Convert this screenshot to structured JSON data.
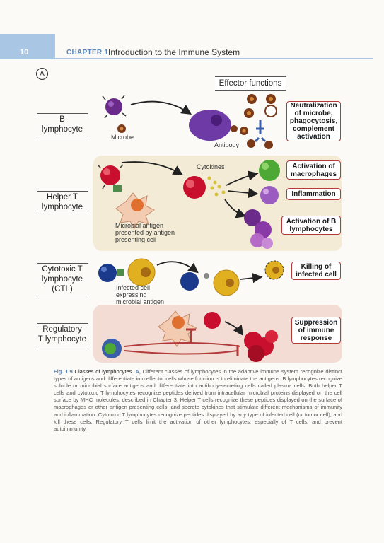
{
  "header": {
    "page_number": "10",
    "chapter": "CHAPTER 1",
    "chapter_title": "Introduction to the Immune System"
  },
  "panel": "A",
  "effector_title": "Effector functions",
  "rows": {
    "b": {
      "label_l1": "B",
      "label_l2": "lymphocyte",
      "microbe": "Microbe",
      "antibody": "Antibody",
      "effect": "Neutralization of microbe, phagocytosis, complement activation"
    },
    "helper": {
      "label_l1": "Helper T",
      "label_l2": "lymphocyte",
      "cytokines": "Cytokines",
      "apc_l1": "Microbial antigen",
      "apc_l2": "presented by antigen",
      "apc_l3": "presenting cell",
      "effect1": "Activation of macrophages",
      "effect2": "Inflammation",
      "effect3": "Activation of B lymphocytes"
    },
    "ctl": {
      "label_l1": "Cytotoxic T",
      "label_l2": "lymphocyte",
      "label_l3": "(CTL)",
      "infected_l1": "Infected cell",
      "infected_l2": "expressing",
      "infected_l3": "microbial antigen",
      "effect": "Killing of infected cell"
    },
    "reg": {
      "label_l1": "Regulatory",
      "label_l2": "T lymphocyte",
      "effect": "Suppression of immune response"
    }
  },
  "caption": {
    "fig": "Fig. 1.9",
    "title": "Classes of lymphocytes.",
    "panel_ref": "A,",
    "text": "Different classes of lymphocytes in the adaptive immune system recognize distinct types of antigens and differentiate into effector cells whose function is to eliminate the antigens. B lymphocytes recognize soluble or microbial surface antigens and differentiate into antibody-secreting cells called plasma cells. Both helper T cells and cytotoxic T lymphocytes recognize peptides derived from intracellular microbial proteins displayed on the cell surface by MHC molecules, described in Chapter 3. Helper T cells recognize these peptides displayed on the surface of macrophages or other antigen presenting cells, and secrete cytokines that stimulate different mechanisms of immunity and inflammation. Cytotoxic T lymphocytes recognize peptides displayed by any type of infected cell (or tumor cell), and kill these cells. Regulatory T cells limit the activation of other lymphocytes, especially of T cells, and prevent autoimmunity."
  },
  "colors": {
    "accent_blue": "#5a86b8",
    "effect_border": "#b23a3a",
    "helper_bg": "#f3ebd6",
    "reg_bg": "#f3dcd4"
  }
}
